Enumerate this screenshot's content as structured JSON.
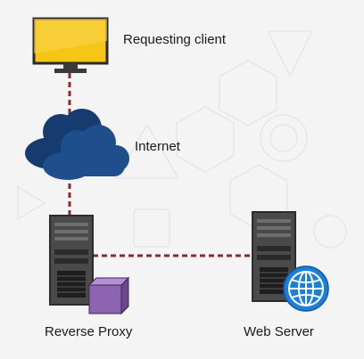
{
  "nodes": {
    "client": {
      "label": "Requesting client",
      "icon": "monitor-icon",
      "screen_color": "#f5c518"
    },
    "internet": {
      "label": "Internet",
      "icon": "cloud-icon",
      "color": "#1f4e8c"
    },
    "proxy": {
      "label": "Reverse Proxy",
      "icon": "server-icon",
      "accent_icon": "box-icon",
      "accent_color": "#8e64b0"
    },
    "webserver": {
      "label": "Web Server",
      "icon": "server-icon",
      "accent_icon": "globe-icon",
      "accent_color": "#1e7fd6"
    }
  },
  "connector_color": "#8b2a2a"
}
